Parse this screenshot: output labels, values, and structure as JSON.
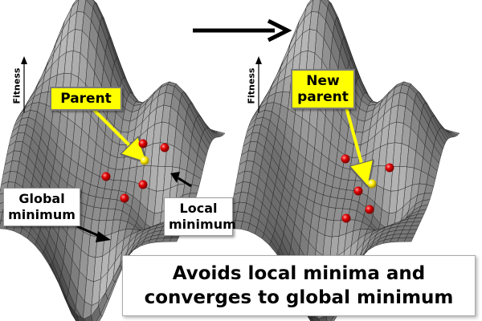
{
  "axis_label": "Fitness",
  "left_panel": {
    "parent_label": "Parent",
    "global_minimum_label": [
      "Global",
      "minimum"
    ],
    "local_minimum_label": [
      "Local",
      "minimum"
    ]
  },
  "right_panel": {
    "parent_label": [
      "New",
      "parent"
    ]
  },
  "conclusion": [
    "Avoids local minima and",
    "converges to global minimum"
  ],
  "colors": {
    "callout_fill": "#ffff00",
    "population_point": "#e00000",
    "parent_point": "#ffff00",
    "surface_dark": "#2e2e2e",
    "surface_light": "#d8d8d8"
  }
}
